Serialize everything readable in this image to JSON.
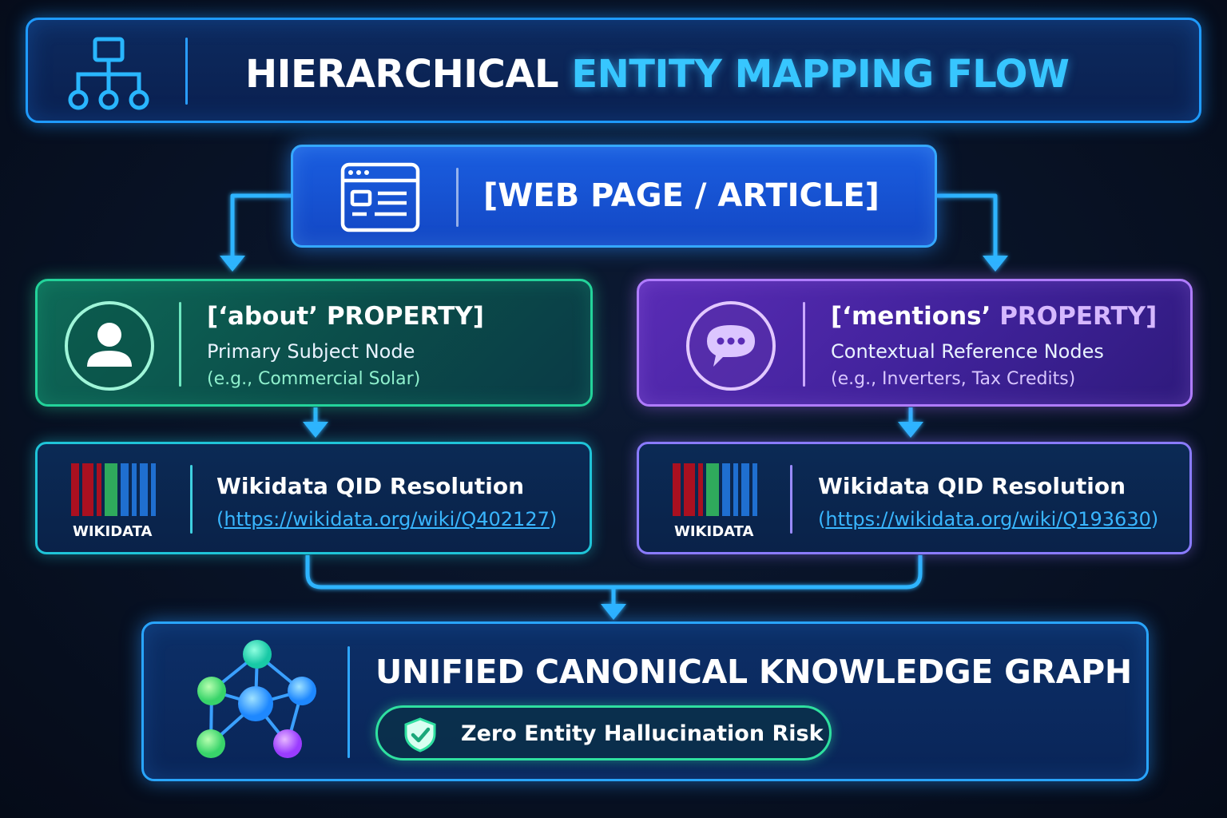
{
  "title": {
    "part1": "HIERARCHICAL",
    "part2": "ENTITY MAPPING FLOW"
  },
  "source": {
    "label": "[WEB PAGE / ARTICLE]"
  },
  "about": {
    "title_open": "[‘about’",
    "title_close": "PROPERTY]",
    "subtitle": "Primary Subject Node",
    "example": "(e.g., Commercial Solar)"
  },
  "mentions": {
    "title_open": "[‘mentions’",
    "title_close": "PROPERTY]",
    "subtitle": "Contextual Reference Nodes",
    "example": "(e.g., Inverters, Tax Credits)"
  },
  "wikidata_left": {
    "logo_text": "WIKIDATA",
    "title": "Wikidata QID Resolution",
    "url_prefix": "(",
    "url": "https://wikidata.org/wiki/Q402127",
    "url_suffix": ")"
  },
  "wikidata_right": {
    "logo_text": "WIKIDATA",
    "title": "Wikidata QID Resolution",
    "url_prefix": "(",
    "url": "https://wikidata.org/wiki/Q193630",
    "url_suffix": ")"
  },
  "graph": {
    "title": "UNIFIED CANONICAL KNOWLEDGE GRAPH",
    "badge": "Zero Entity Hallucination Risk"
  },
  "colors": {
    "accent_blue": "#37c6ff",
    "about_green": "#23d39a",
    "mentions_purple": "#b07cff",
    "wikidata_red": "#990000",
    "wikidata_green": "#339966",
    "wikidata_blue": "#006699"
  },
  "icons": {
    "title": "hierarchy-icon",
    "source": "browser-window-icon",
    "about": "user-icon",
    "mentions": "chat-bubble-icon",
    "graph": "network-graph-icon",
    "badge": "shield-check-icon"
  }
}
